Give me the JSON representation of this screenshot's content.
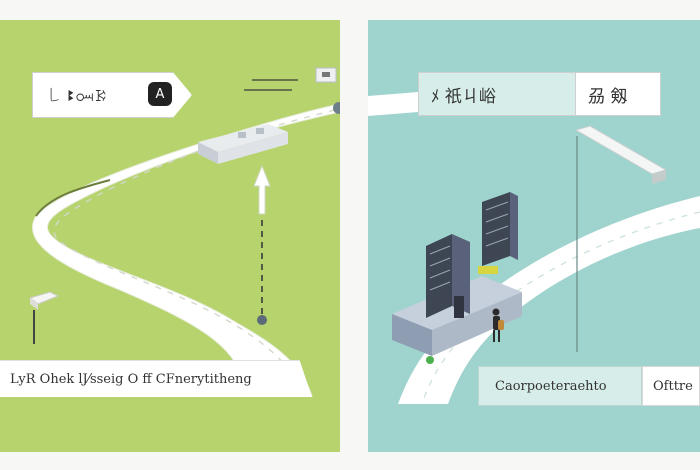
{
  "colors": {
    "page_background": "#f7f7f5",
    "left_panel": "#b7d36e",
    "right_panel": "#9fd3cd",
    "road": "#ffffff",
    "accent_mint": "#d6ede9"
  },
  "left_panel": {
    "sign_text": "꒒ ꔪꗢꗣ",
    "sign_icon": "lock-icon",
    "sign_badge_glyph": "A",
    "banner_text": "LyR Ohek lJ⁄sseig O ff CFnerytitheng"
  },
  "right_panel": {
    "sign_left_text": "ﾒ 祇ㄐ峪",
    "sign_right_text": "刕 剱",
    "banner_left_text": "Caorpoeteraehto",
    "banner_right_text": "Ofttre"
  }
}
